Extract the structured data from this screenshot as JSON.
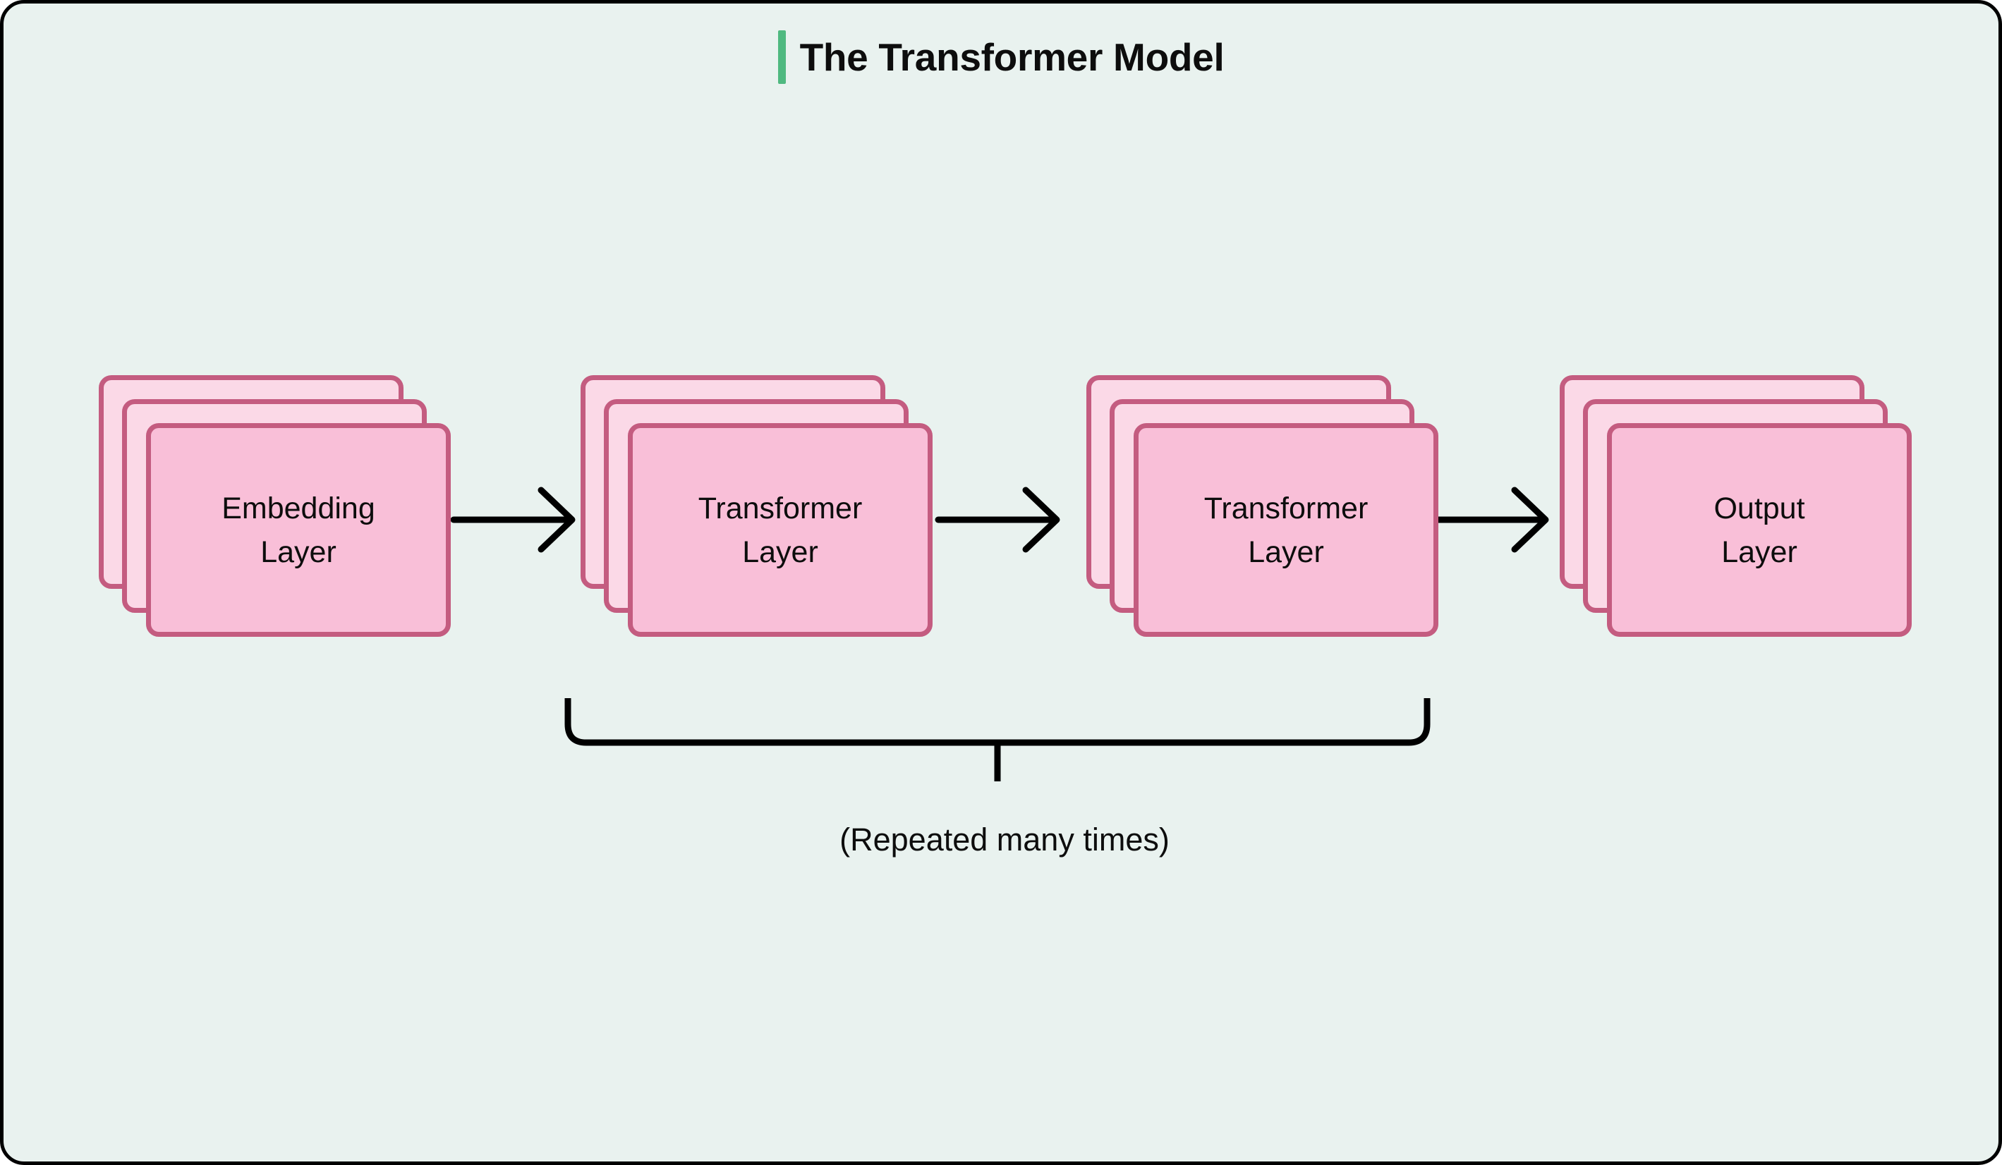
{
  "figure": {
    "title": "The Transformer Model",
    "accent_color": "#4fb980",
    "background_color": "#e9f2ef",
    "frame_color": "#000000",
    "caption": "(Repeated many times)"
  },
  "palette": {
    "card_front_fill": "#f9bfd8",
    "card_back_fill": "#fbd9e7",
    "card_border": "#c45c80",
    "line_color": "#000000",
    "text_color": "#0d0d0d"
  },
  "chart_data": {
    "type": "diagram",
    "title": "The Transformer Model",
    "caption": "(Repeated many times)",
    "nodes": [
      {
        "id": "embedding",
        "label": "Embedding\nLayer",
        "stack_count": 3,
        "order": 1
      },
      {
        "id": "transformer-1",
        "label": "Transformer\nLayer",
        "stack_count": 3,
        "order": 2
      },
      {
        "id": "transformer-2",
        "label": "Transformer\nLayer",
        "stack_count": 3,
        "order": 3
      },
      {
        "id": "output",
        "label": "Output\nLayer",
        "stack_count": 3,
        "order": 4
      }
    ],
    "edges": [
      {
        "from": "embedding",
        "to": "transformer-1",
        "style": "arrow"
      },
      {
        "from": "transformer-1",
        "to": "transformer-2",
        "style": "arrow"
      },
      {
        "from": "transformer-2",
        "to": "output",
        "style": "arrow"
      }
    ],
    "annotations": [
      {
        "type": "brace",
        "label": "(Repeated many times)",
        "spans": [
          "transformer-1",
          "transformer-2"
        ]
      }
    ]
  }
}
